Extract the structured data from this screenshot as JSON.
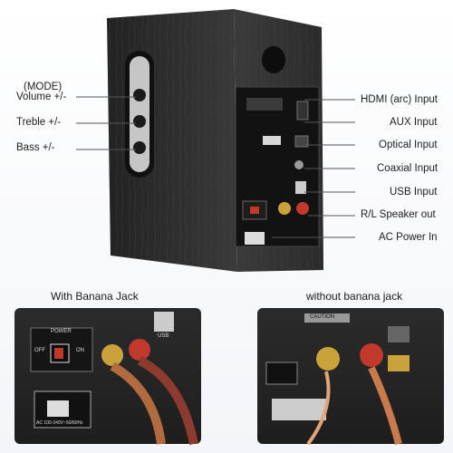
{
  "left_labels": {
    "mode": "(MODE)",
    "volume": "Volume +/-",
    "treble": "Treble +/-",
    "bass": "Bass +/-"
  },
  "right_labels": [
    "HDMI (arc) Input",
    "AUX Input",
    "Optical Input",
    "Coaxial Input",
    "USB Input",
    "R/L Speaker out",
    "AC Power In"
  ],
  "captions": {
    "with_banana": "With Banana Jack",
    "without_banana": "without banana jack"
  },
  "panel_text": {
    "power": "POWER",
    "off": "OFF",
    "on": "ON",
    "ac_rating": "AC 100-240V~50/60Hz",
    "usb": "USB",
    "caution": "CAUTION"
  },
  "colors": {
    "wood": "#2a2a2a",
    "panel": "#151515",
    "callout_line": "#555555",
    "red_terminal": "#c0392b",
    "gold": "#c9a23a",
    "wire_copper": "#c97a4b"
  }
}
